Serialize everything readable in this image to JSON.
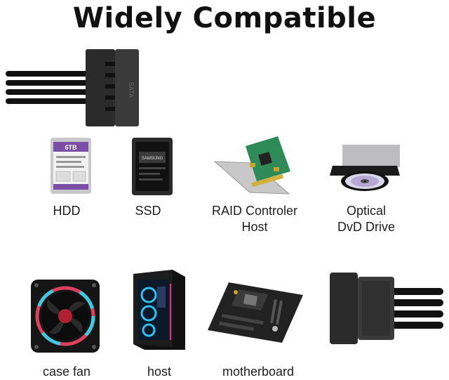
{
  "title": "Widely Compatible",
  "connector_label": "SATA",
  "items": [
    {
      "name": "hdd",
      "label": "HDD",
      "sticker": "6TB"
    },
    {
      "name": "ssd",
      "label": "SSD",
      "sticker": "SAMSUNG"
    },
    {
      "name": "raid",
      "label": "RAID Controler Host"
    },
    {
      "name": "optical",
      "label": "Optical DvD Drive"
    },
    {
      "name": "case-fan",
      "label": "case fan"
    },
    {
      "name": "host",
      "label": "host"
    },
    {
      "name": "motherboard",
      "label": "motherboard"
    }
  ],
  "label_lines": {
    "raid": [
      "RAID Controler",
      "Host"
    ],
    "optical": [
      "Optical",
      "DvD Drive"
    ]
  },
  "colors": {
    "cable": "#111111",
    "hdd_purple": "#7b4fa8",
    "pcb_green": "#2e8b57",
    "fan_ring": "#e04060"
  }
}
